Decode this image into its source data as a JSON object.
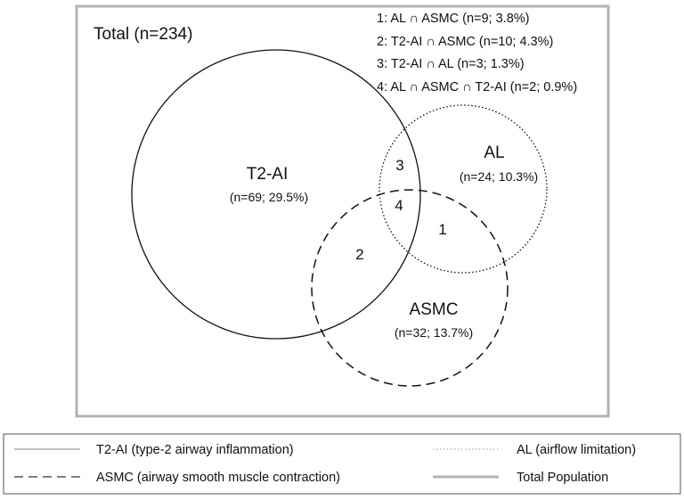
{
  "total": {
    "label": "Total (n=234)"
  },
  "notes": [
    "1: AL ∩ ASMC (n=9; 3.8%)",
    "2: T2-AI ∩ ASMC (n=10; 4.3%)",
    "3: T2-AI ∩ AL (n=3; 1.3%)",
    "4: AL ∩ ASMC ∩ T2-AI (n=2; 0.9%)"
  ],
  "sets": {
    "t2ai": {
      "name": "T2-AI",
      "count": "(n=69; 29.5%)"
    },
    "al": {
      "name": "AL",
      "count": "(n=24; 10.3%)"
    },
    "asmc": {
      "name": "ASMC",
      "count": "(n=32; 13.7%)"
    }
  },
  "regions": {
    "r1": "1",
    "r2": "2",
    "r3": "3",
    "r4": "4"
  },
  "legend": {
    "t2ai": "T2-AI (type-2 airway inflammation)",
    "al": "AL (airflow limitation)",
    "asmc": "ASMC (airway smooth muscle contraction)",
    "total": "Total Population"
  },
  "colors": {
    "frame": "#b3b3b3",
    "line": "#111111",
    "legend_border": "#555555"
  }
}
